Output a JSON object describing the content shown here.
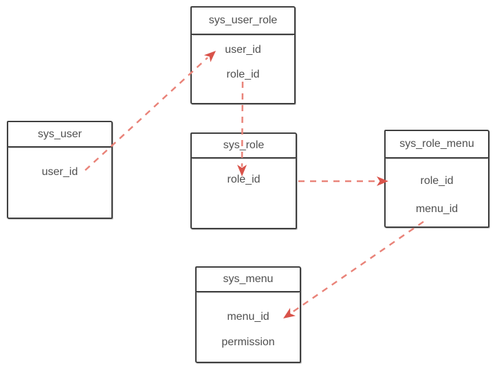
{
  "diagram": {
    "type": "entity-relationship",
    "style": "hand-drawn-sketch",
    "tables": [
      {
        "name": "sys_user_role",
        "fields": [
          "user_id",
          "role_id"
        ]
      },
      {
        "name": "sys_user",
        "fields": [
          "user_id"
        ]
      },
      {
        "name": "sys_role",
        "fields": [
          "role_id"
        ]
      },
      {
        "name": "sys_role_menu",
        "fields": [
          "role_id",
          "menu_id"
        ]
      },
      {
        "name": "sys_menu",
        "fields": [
          "menu_id",
          "permission"
        ]
      }
    ],
    "relations": [
      {
        "from": "sys_user.user_id",
        "to": "sys_user_role.user_id",
        "line_style": "dashed"
      },
      {
        "from": "sys_user_role.role_id",
        "to": "sys_role.role_id",
        "line_style": "dashed"
      },
      {
        "from": "sys_role.role_id",
        "to": "sys_role_menu.role_id",
        "line_style": "dashed"
      },
      {
        "from": "sys_role_menu.menu_id",
        "to": "sys_menu.menu_id",
        "line_style": "dashed"
      }
    ],
    "colors": {
      "arrow": "#e98379",
      "arrow_head": "#d9534a",
      "border": "#3e3e3e",
      "text": "#4f4f4f",
      "background": "#ffffff"
    }
  }
}
